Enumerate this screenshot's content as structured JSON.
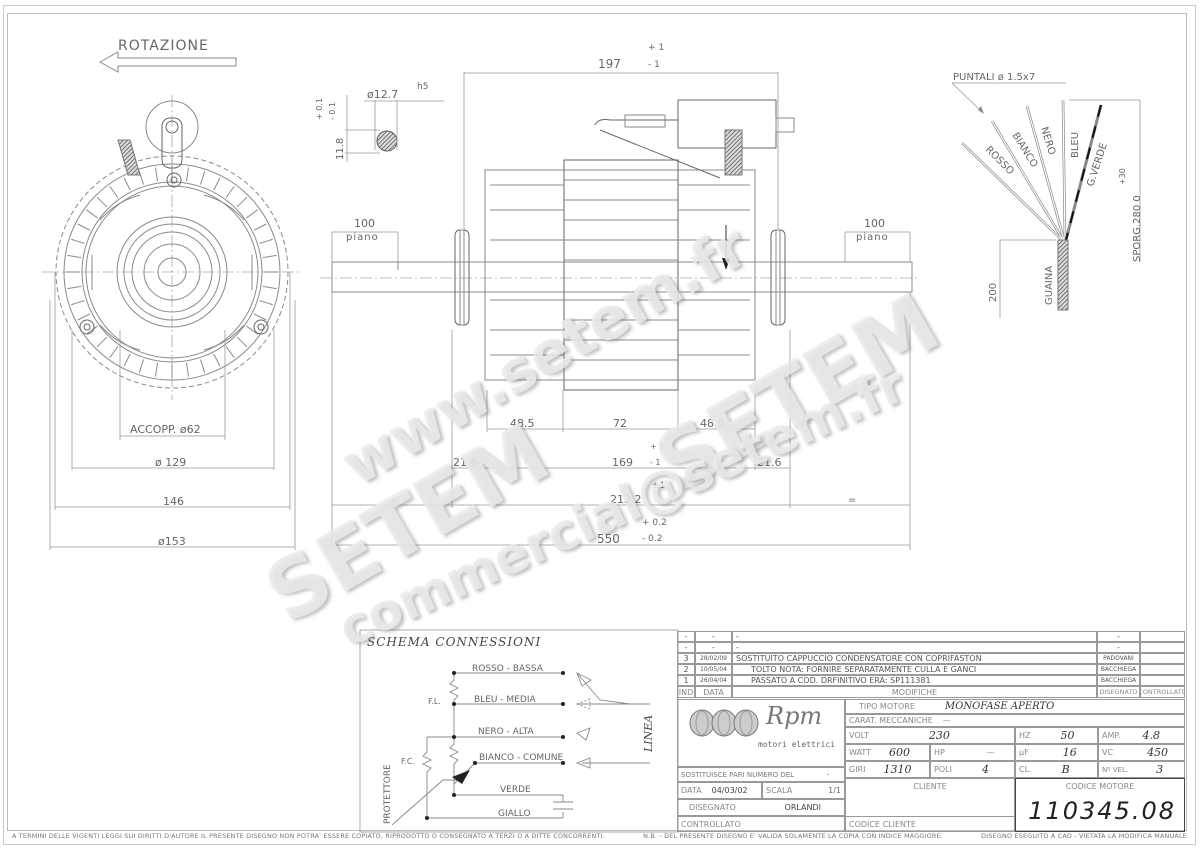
{
  "drawing": {
    "rotation_label": "ROTAZIONE",
    "front_view": {
      "dims": {
        "coupling": "ACCOPP. ø62",
        "d129": "ø 129",
        "d146": "146",
        "d153": "ø153"
      }
    },
    "shaft_detail": {
      "diameter": "ø12.7",
      "tolerance_class": "h5",
      "flat": "11.8",
      "flat_tol_plus": "+ 0.1",
      "flat_tol_minus": "- 0.1"
    },
    "side_view": {
      "overall_197": "197",
      "tol_197_plus": "+ 1",
      "tol_197_minus": "- 1",
      "flat_left": "100",
      "flat_left_label": "piano",
      "flat_right": "100",
      "flat_right_label": "piano",
      "d48_left": "48.5",
      "d72": "72",
      "d48_right": "48.5",
      "d21_left": "21.6",
      "d169": "169",
      "tol_169_plus": "+ 1",
      "tol_169_minus": "- 1",
      "d21_right": "21.6",
      "d212": "212.2",
      "d212_tol": "±1",
      "eq_left": "=",
      "eq_right": "=",
      "overall_550": "550",
      "tol_550_plus": "+ 0.2",
      "tol_550_minus": "- 0.2"
    },
    "leads": {
      "tips": "PUNTALI ø 1.5x7",
      "wires": [
        "ROSSO",
        "BIANCO",
        "NERO",
        "BLEU",
        "G.VERDE"
      ],
      "sheath": "GUAINA",
      "sheath_len": "200",
      "protrusion": "SPORG.280 0",
      "protrusion_tol": "+30"
    }
  },
  "schema": {
    "title": "SCHEMA CONNESSIONI",
    "wires": [
      {
        "label": "ROSSO - BASSA"
      },
      {
        "label": "BLEU - MEDIA"
      },
      {
        "label": "NERO - ALTA"
      },
      {
        "label": "BIANCO - COMUNE"
      },
      {
        "label": "VERDE"
      },
      {
        "label": "GIALLO"
      }
    ],
    "fl": "F.L.",
    "fc": "F.C.",
    "protector": "PROTETTORE",
    "line": "LINEA"
  },
  "revisions": {
    "rows": [
      {
        "ind": "-",
        "data": "-",
        "mod": "-",
        "dis": "-",
        "contr": ""
      },
      {
        "ind": "-",
        "data": "-",
        "mod": "-",
        "dis": "-",
        "contr": ""
      },
      {
        "ind": "3",
        "data": "28/02/09",
        "mod": "SOSTITUITO CAPPUCCIO CONDENSATORE CON COPRIFASTON",
        "dis": "PADOVANI",
        "contr": ""
      },
      {
        "ind": "2",
        "data": "10/05/04",
        "mod": "TOLTO NOTA: FORNIRE SEPARATAMENTE CULLA E GANCI",
        "dis": "BACCHIEGA",
        "contr": ""
      },
      {
        "ind": "1",
        "data": "26/04/04",
        "mod": "PASSATO A COD. DRFINITIVO ERA: SP111381",
        "dis": "BACCHIEGA",
        "contr": ""
      }
    ],
    "headers": {
      "ind": "IND",
      "data": "DATA",
      "mod": "MODIFICHE",
      "dis": "DISEGNATO",
      "contr": "CONTROLLATO"
    }
  },
  "titleblock": {
    "brand": "Rpm",
    "brand_sub": "motori elettrici",
    "tipo_motore_label": "TIPO MOTORE",
    "tipo_motore": "MONOFASE APERTO",
    "carat_label": "CARAT. MECCANICHE",
    "carat": "—",
    "volt_label": "VOLT",
    "volt": "230",
    "hz_label": "HZ",
    "hz": "50",
    "amp_label": "AMP.",
    "amp": "4.8",
    "watt_label": "WATT",
    "watt": "600",
    "hp_label": "HP",
    "hp": "—",
    "uf_label": "µF",
    "uf": "16",
    "vc_label": "VC",
    "vc": "450",
    "giri_label": "GIRI",
    "giri": "1310",
    "poli_label": "POLI",
    "poli": "4",
    "cl_label": "CL.",
    "cl": "B",
    "nvel_label": "Nº VEL.",
    "nvel": "3",
    "sostituisce_label": "SOSTITUISCE PARI NUMERO DEL",
    "sostituisce": "-",
    "data_label": "DATA",
    "data": "04/03/02",
    "scala_label": "SCALA",
    "scala": "1/1",
    "disegnato_label": "DISEGNATO",
    "disegnato": "ORLANDI",
    "controllato_label": "CONTROLLATO",
    "cliente_label": "CLIENTE",
    "codice_cliente_label": "CODICE CLIENTE",
    "codice_motore_label": "CODICE MOTORE",
    "codice_motore": "110345.08"
  },
  "footer": {
    "copyright": "A TERMINI DELLE VIGENTI LEGGI SUI DIRITTI D'AUTORE IL PRESENTE DISEGNO NON POTRA' ESSERE COPIATO, RIPRODOTTO O CONSEGNATO A TERZI O A DITTE CONCORRENTI.",
    "note": "N.B. - DEL PRESENTE DISEGNO E' VALIDA SOLAMENTE LA COPIA CON INDICE MAGGIORE.",
    "cad": "DISEGNO ESEGUITO A CAD - VIETATA LA MODIFICA MANUALE"
  },
  "watermark": {
    "www": "www.setem.fr",
    "setem1": "SETEM",
    "setem2": "SETEM",
    "email": "commercial@setem.fr"
  }
}
